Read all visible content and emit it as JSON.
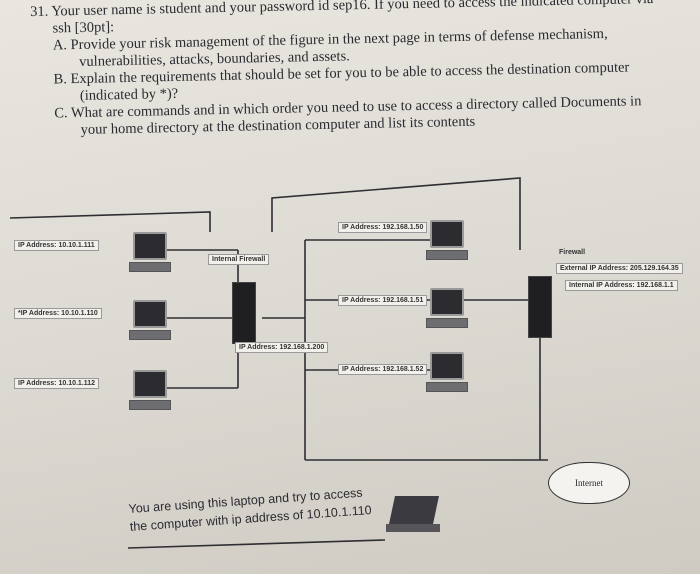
{
  "question": {
    "line1": "31. Your user name is student and your password id sep16. If you need to access the indicated computer via",
    "line2": "ssh [30pt]:",
    "a1": "A. Provide your risk management of the figure in the next page in terms of defense mechanism,",
    "a2": "vulnerabilities, attacks, boundaries, and assets.",
    "b1": "B. Explain the requirements that should be set for you to be able to access the destination computer",
    "b2": "(indicated by *)?",
    "c1": "C. What are commands and in which order you need to use to access a directory called Documents in",
    "c2": "your home directory at the destination computer and list its contents"
  },
  "diagram": {
    "left_ip_1": "IP Address: 10.10.1.111",
    "left_ip_2": "*IP Address: 10.10.1.110",
    "left_ip_3": "IP Address: 10.10.1.112",
    "internal_firewall": "Internal Firewall",
    "internal_fw_ip": "IP Address: 192.168.1.200",
    "mid_ip_1": "IP Address: 192.168.1.50",
    "mid_ip_2": "IP Address: 192.168.1.51",
    "mid_ip_3": "IP Address: 192.168.1.52",
    "firewall": "Firewall",
    "external_ip": "External IP Address: 205.129.164.35",
    "internal_ip": "Internal IP Address: 192.168.1.1",
    "internet": "Internet",
    "note_line1": "You are using this laptop and try to access",
    "note_line2": "the computer with ip address of 10.10.1.110"
  }
}
